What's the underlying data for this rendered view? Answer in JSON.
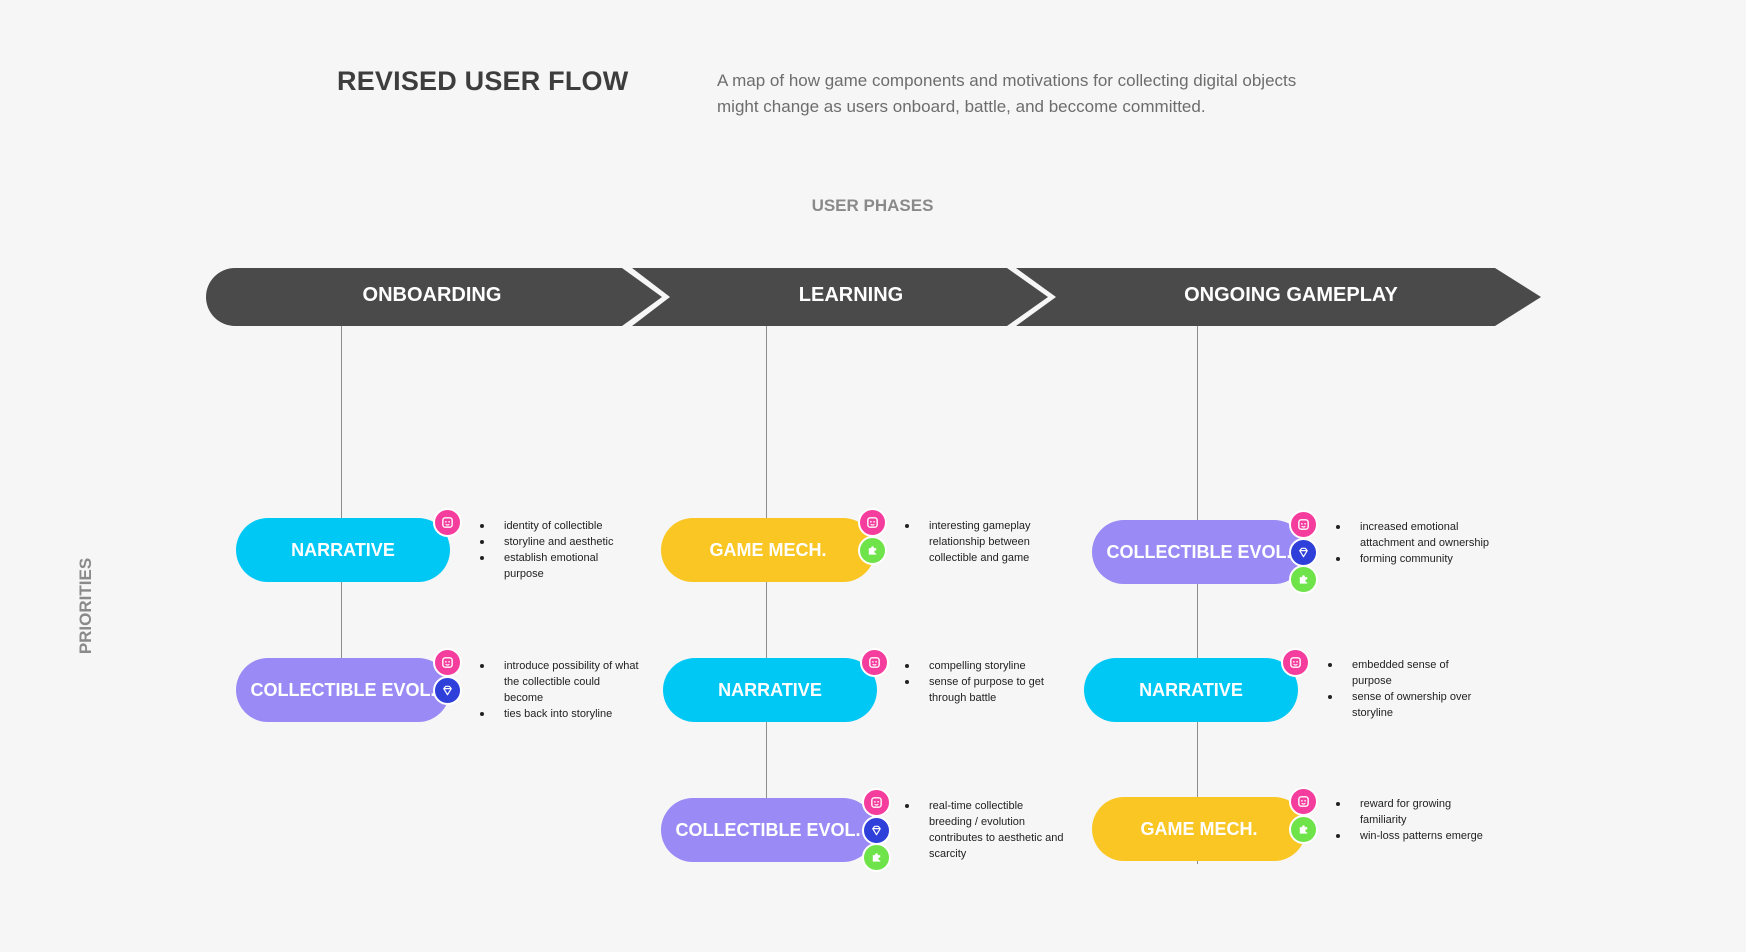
{
  "title": "REVISED USER FLOW",
  "description": "A map of how game components and motivations for collecting digital objects might change as users onboard,  battle, and beccome committed.",
  "phases_label": "USER PHASES",
  "priorities_label": "PRIORITIES",
  "colors": {
    "arrow": "#4a4a4a",
    "narrative": "#00c8f5",
    "collectible": "#9a8af5",
    "game_mechanics": "#f9c623",
    "icon_pink": "#f53d9d",
    "icon_blue": "#2f3fd9",
    "icon_green": "#6ee34a"
  },
  "phases": [
    {
      "name": "ONBOARDING",
      "priorities": [
        {
          "label": "NARRATIVE",
          "kind": "narrative",
          "icons": [
            "robot-face-icon"
          ],
          "bullets": [
            "identity of collectible",
            "storyline and aesthetic",
            "establish emotional purpose"
          ]
        },
        {
          "label": "COLLECTIBLE EVOL.",
          "kind": "collectible",
          "icons": [
            "robot-face-icon",
            "diamond-icon"
          ],
          "bullets": [
            "introduce possibility of what the collectible could become",
            "ties back into storyline"
          ]
        }
      ]
    },
    {
      "name": "LEARNING",
      "priorities": [
        {
          "label": "GAME MECH.",
          "kind": "game",
          "icons": [
            "robot-face-icon",
            "puzzle-piece-icon"
          ],
          "bullets": [
            "interesting gameplay relationship between collectible and game"
          ]
        },
        {
          "label": "NARRATIVE",
          "kind": "narrative",
          "icons": [
            "robot-face-icon"
          ],
          "bullets": [
            "compelling storyline",
            "sense of purpose to get through battle"
          ]
        },
        {
          "label": "COLLECTIBLE EVOL.",
          "kind": "collectible",
          "icons": [
            "robot-face-icon",
            "diamond-icon",
            "puzzle-piece-icon"
          ],
          "bullets": [
            "real-time collectible breeding / evolution contributes to aesthetic and scarcity"
          ]
        }
      ]
    },
    {
      "name": "ONGOING GAMEPLAY",
      "priorities": [
        {
          "label": "COLLECTIBLE EVOL.",
          "kind": "collectible",
          "icons": [
            "robot-face-icon",
            "diamond-icon",
            "puzzle-piece-icon"
          ],
          "bullets": [
            "increased emotional attachment and ownership",
            "forming community"
          ]
        },
        {
          "label": "NARRATIVE",
          "kind": "narrative",
          "icons": [
            "robot-face-icon"
          ],
          "bullets": [
            "embedded sense of purpose",
            "sense of ownership over storyline"
          ]
        },
        {
          "label": "GAME MECH.",
          "kind": "game",
          "icons": [
            "robot-face-icon",
            "puzzle-piece-icon"
          ],
          "bullets": [
            "reward for growing familiarity",
            "win-loss patterns emerge"
          ]
        }
      ]
    }
  ]
}
